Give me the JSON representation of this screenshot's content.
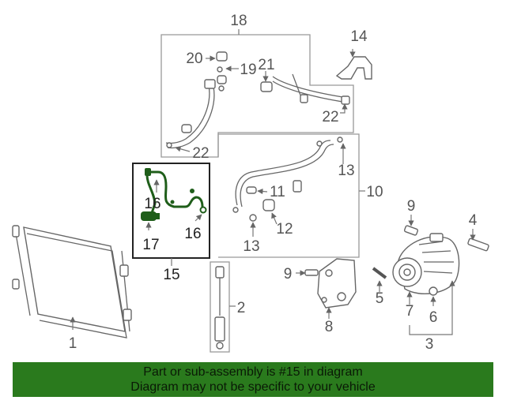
{
  "diagram": {
    "callouts": {
      "c1": "1",
      "c2": "2",
      "c3": "3",
      "c4": "4",
      "c5": "5",
      "c6": "6",
      "c7": "7",
      "c8": "8",
      "c9a": "9",
      "c9b": "9",
      "c10": "10",
      "c11": "11",
      "c12": "12",
      "c13a": "13",
      "c13b": "13",
      "c14": "14",
      "c15": "15",
      "c16a": "16",
      "c16b": "16",
      "c17": "17",
      "c18": "18",
      "c19": "19",
      "c20": "20",
      "c21": "21",
      "c22a": "22",
      "c22b": "22"
    },
    "highlight_color": "#1f5e1a",
    "accent_color": "#2a7a1d"
  },
  "banner": {
    "line1": "Part or sub-assembly is #15 in diagram",
    "line2": "Diagram may not be specific to your vehicle"
  }
}
